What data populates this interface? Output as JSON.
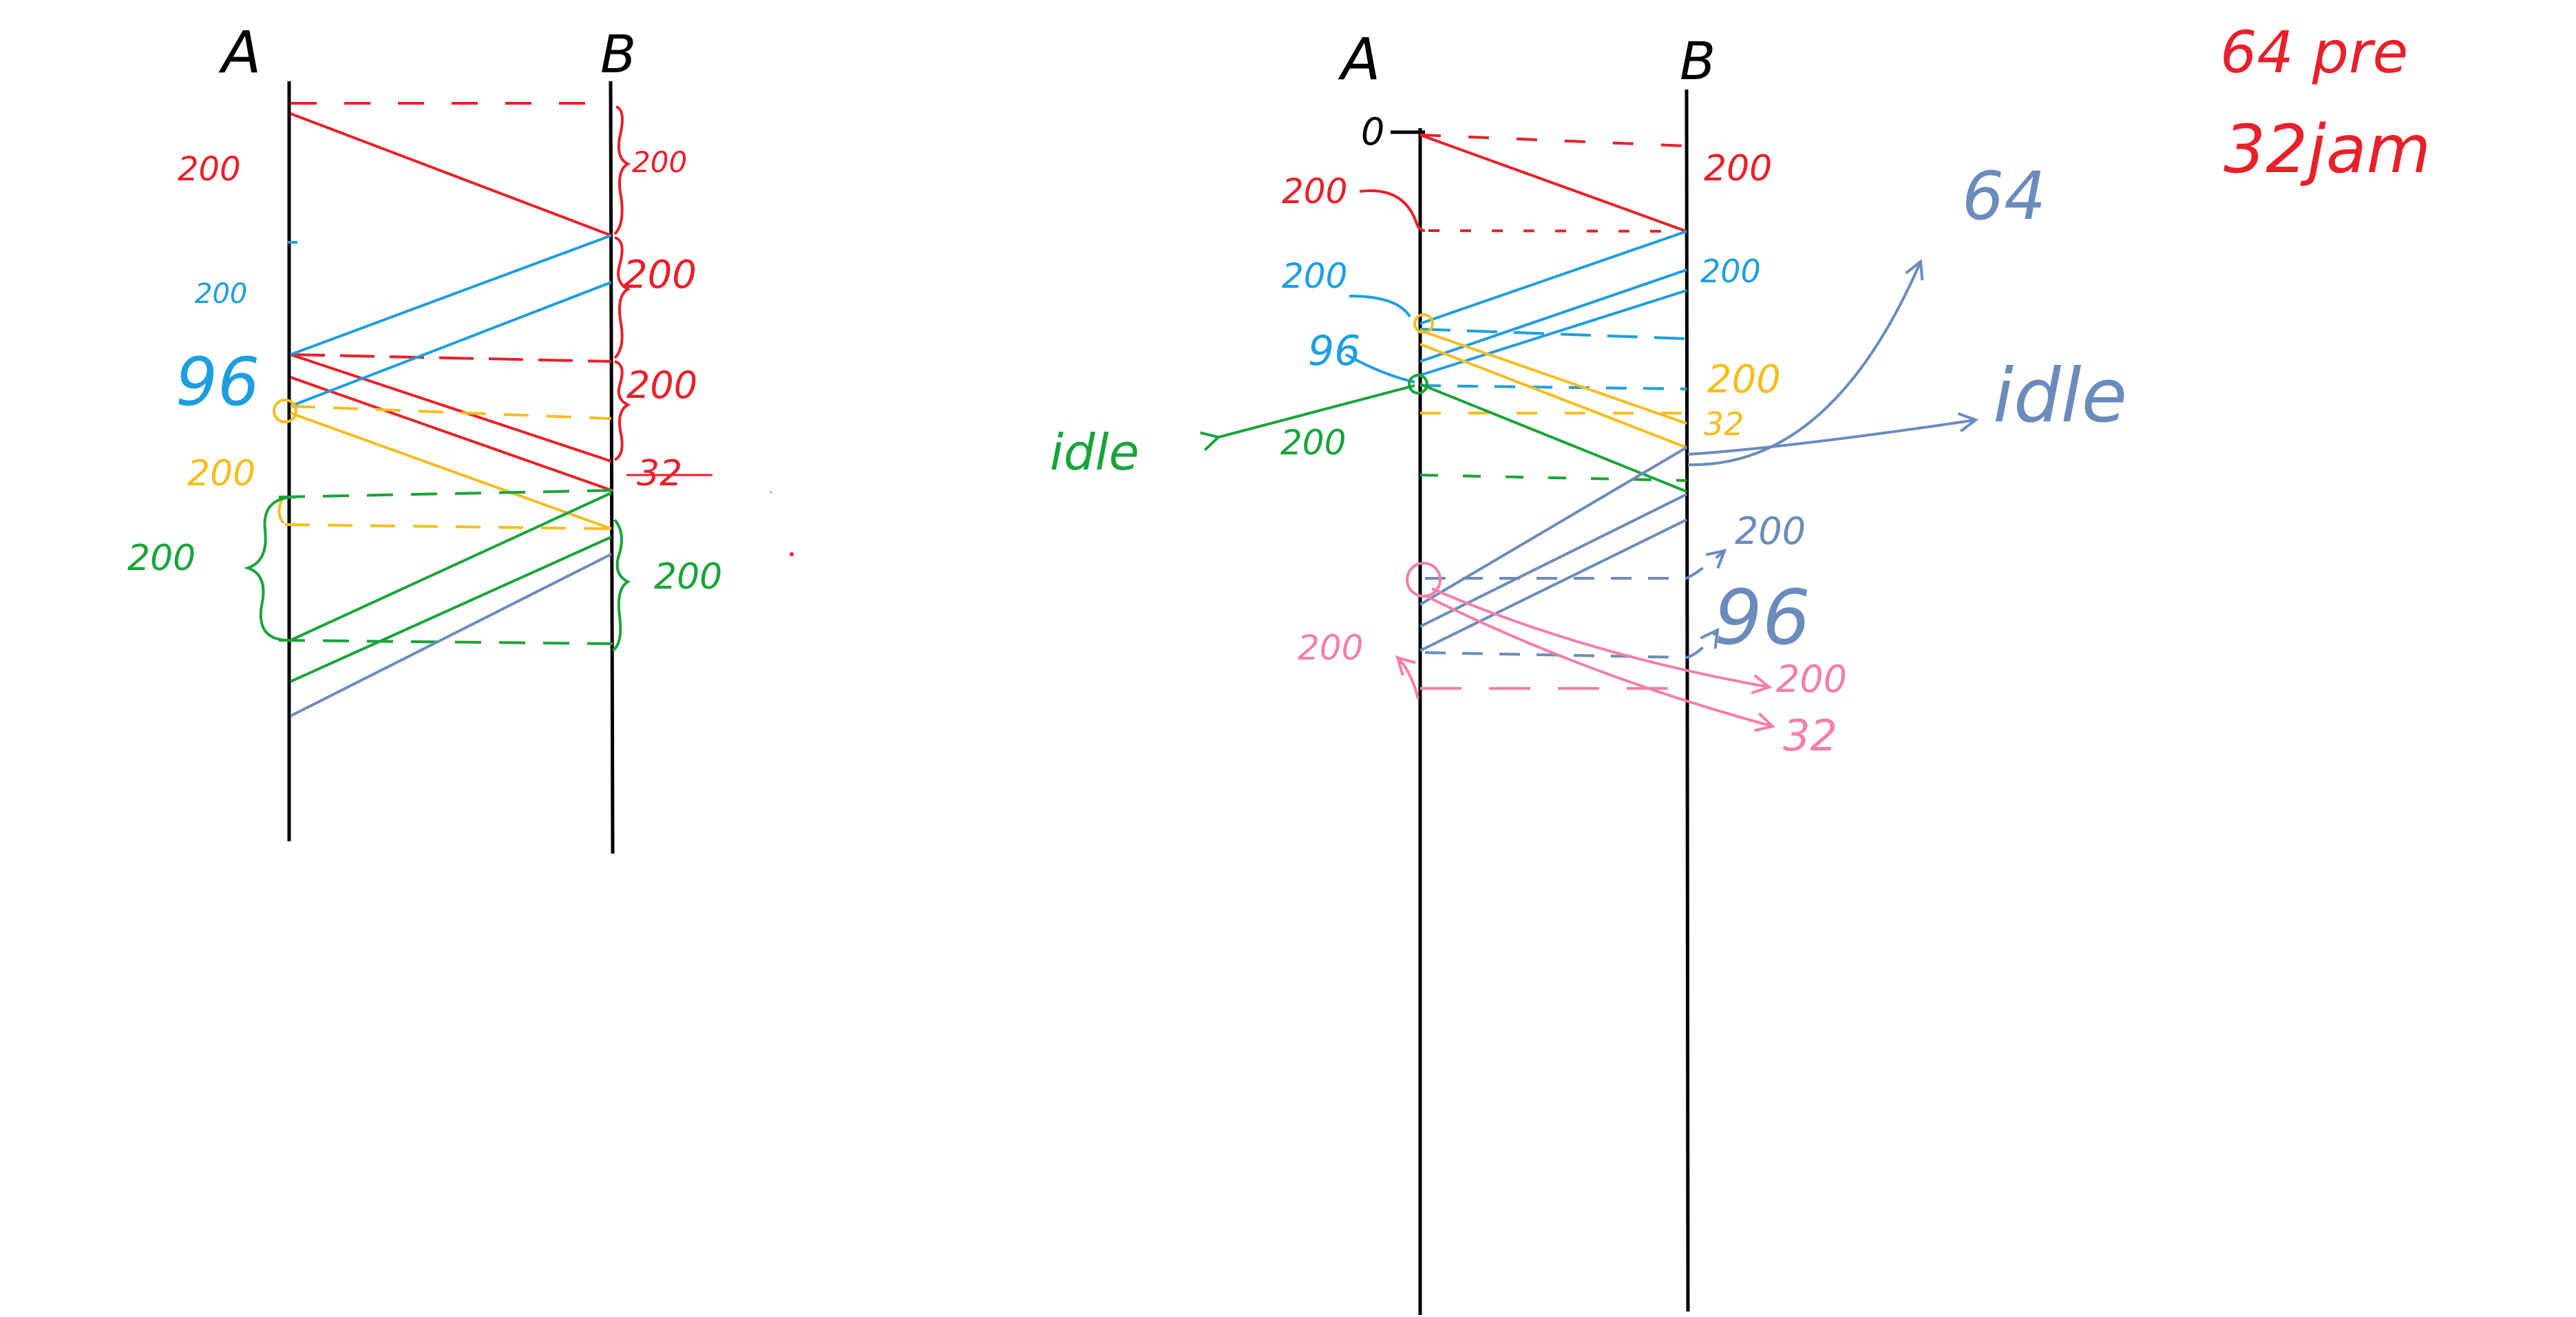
{
  "colors": {
    "black": "#000000",
    "red": "#e8202a",
    "blue": "#1e9ee0",
    "yellow": "#f5bd1f",
    "green": "#1aa33a",
    "slate": "#6b8bbd",
    "pink": "#f47fa8"
  },
  "left_diagram": {
    "station_a": "A",
    "station_b": "B",
    "labels": {
      "red_left": "200",
      "red_right_1": "200",
      "red_right_2": "200",
      "red_right_3": "200",
      "red_right_4": "32",
      "blue_small": "200",
      "blue_96": "96",
      "yellow_left": "200",
      "green_left": "200",
      "green_right": "200"
    }
  },
  "right_diagram": {
    "station_a": "A",
    "station_b": "B",
    "zero": "0",
    "labels": {
      "red_left": "200",
      "red_right": "200",
      "blue_left": "200",
      "blue_96": "96",
      "blue_right": "200",
      "yellow_right_1": "200",
      "yellow_right_2": "32",
      "green_idle": "idle",
      "green_200": "200",
      "slate_64": "64",
      "slate_idle": "idle",
      "slate_200": "200",
      "slate_96": "96",
      "pink_left": "200",
      "pink_200": "200",
      "pink_32": "32"
    }
  },
  "corner_note": {
    "line1": "64 pre",
    "line2": "32jam"
  }
}
